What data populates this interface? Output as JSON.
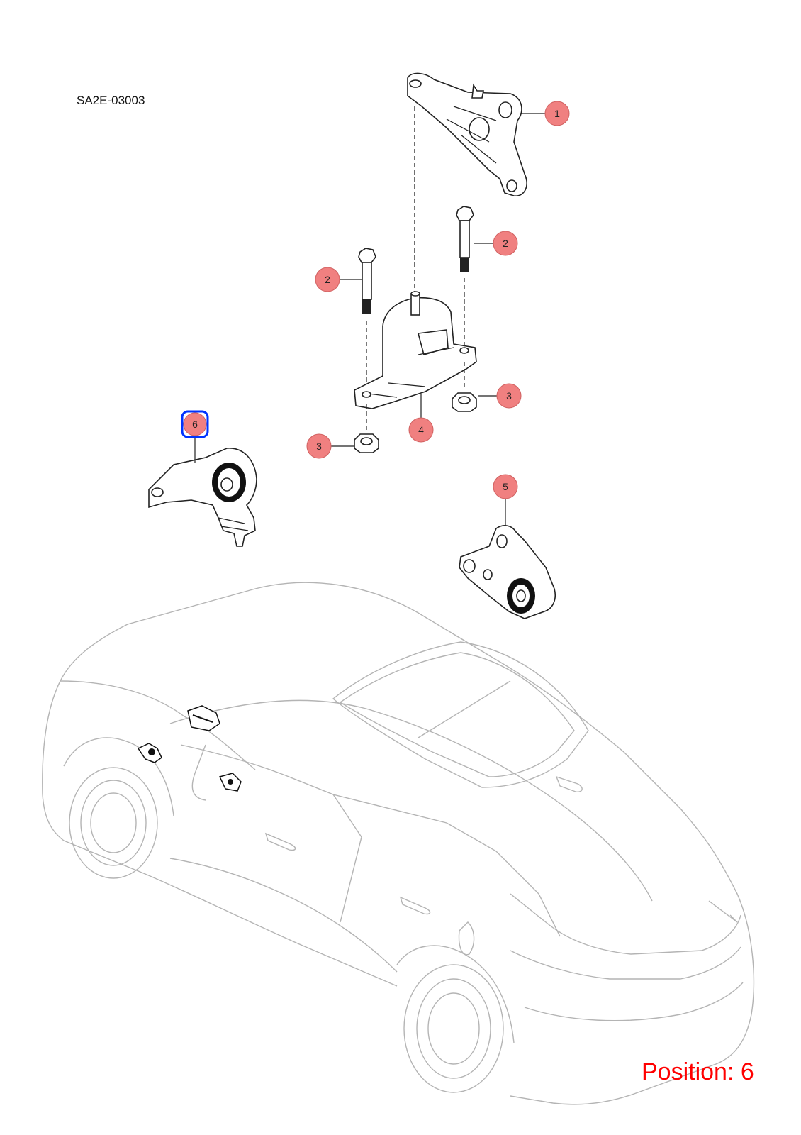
{
  "diagram": {
    "code": "SA2E-03003",
    "position_label": "Position: 6",
    "selected_callout": "6",
    "callout_color": "#f08080",
    "highlight_color": "#0033ff",
    "position_color": "#ff0000"
  },
  "callouts": [
    {
      "label": "1"
    },
    {
      "label": "2"
    },
    {
      "label": "2"
    },
    {
      "label": "3"
    },
    {
      "label": "3"
    },
    {
      "label": "4"
    },
    {
      "label": "5"
    },
    {
      "label": "6"
    }
  ]
}
